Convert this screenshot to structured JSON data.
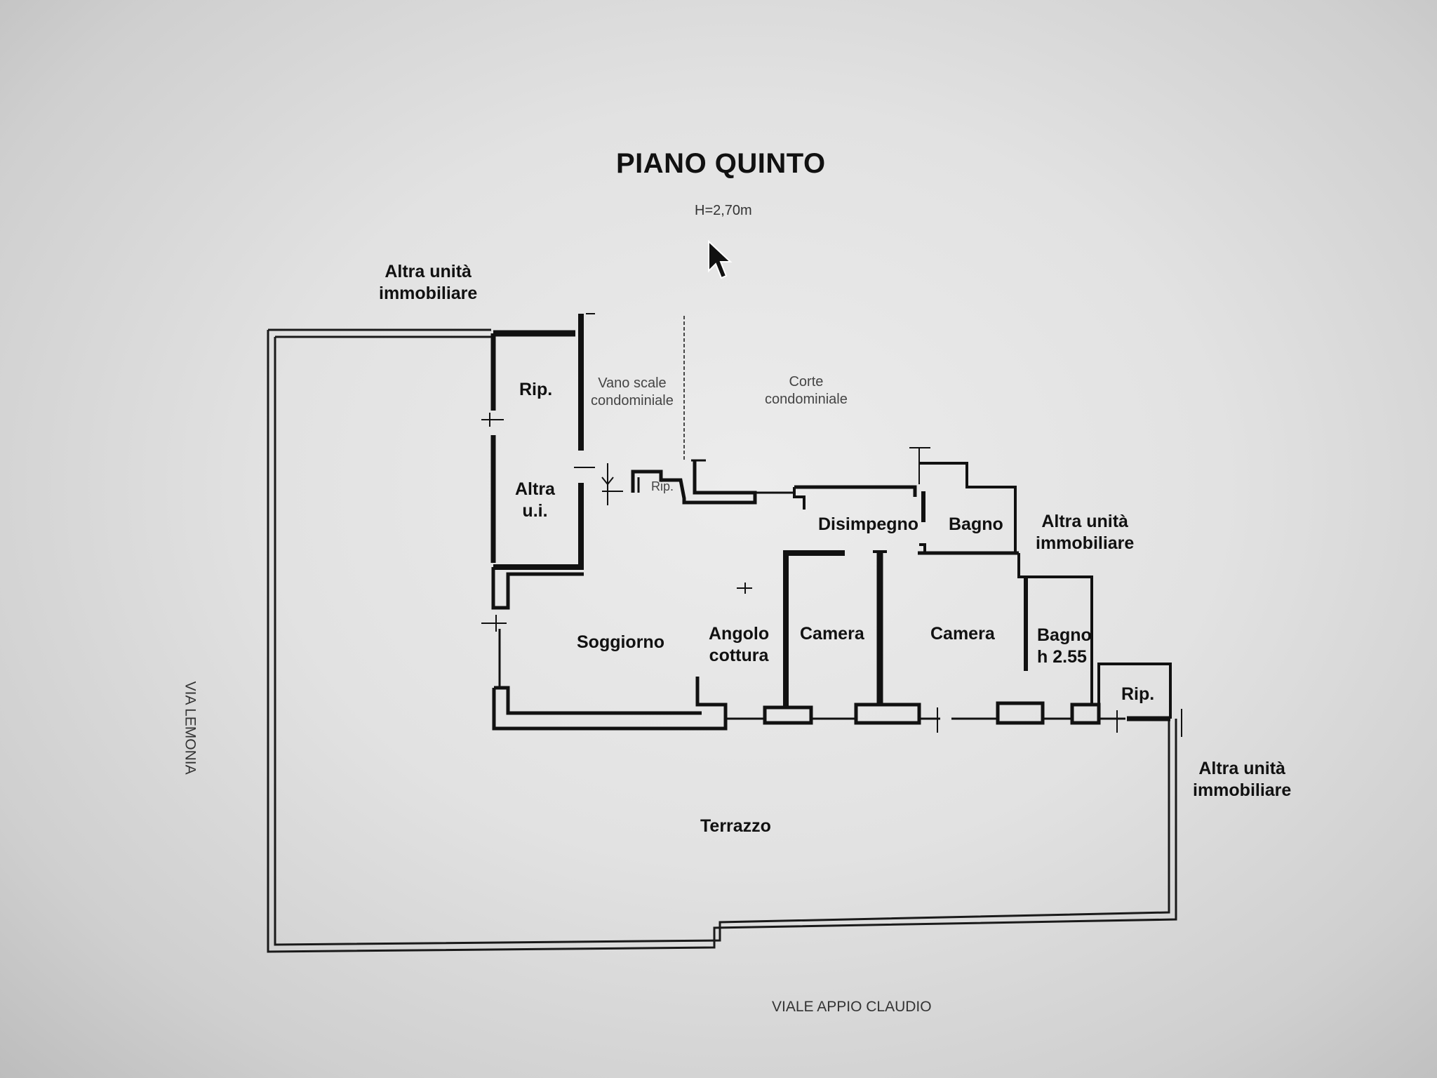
{
  "header": {
    "title": "PIANO QUINTO",
    "height_note": "H=2,70m"
  },
  "neighbors": {
    "top_left": [
      "Altra unità",
      "immobiliare"
    ],
    "right": [
      "Altra unità",
      "immobiliare"
    ],
    "bottom_right": [
      "Altra unità",
      "immobiliare"
    ]
  },
  "common_areas": {
    "stairs": [
      "Vano scale",
      "condominiale"
    ],
    "courtyard": [
      "Corte",
      "condominiale"
    ]
  },
  "rooms": {
    "rip_top": "Rip.",
    "altra_ui": [
      "Altra",
      "u.i."
    ],
    "rip_small": "Rip.",
    "disimpegno": "Disimpegno",
    "bagno_top": "Bagno",
    "soggiorno": "Soggiorno",
    "angolo_cottura": [
      "Angolo",
      "cottura"
    ],
    "camera_1": "Camera",
    "camera_2": "Camera",
    "bagno_right": [
      "Bagno",
      "h 2.55"
    ],
    "rip_right": "Rip.",
    "terrazzo": "Terrazzo"
  },
  "streets": {
    "left": "VIA LEMONIA",
    "bottom": "VIALE APPIO CLAUDIO"
  }
}
